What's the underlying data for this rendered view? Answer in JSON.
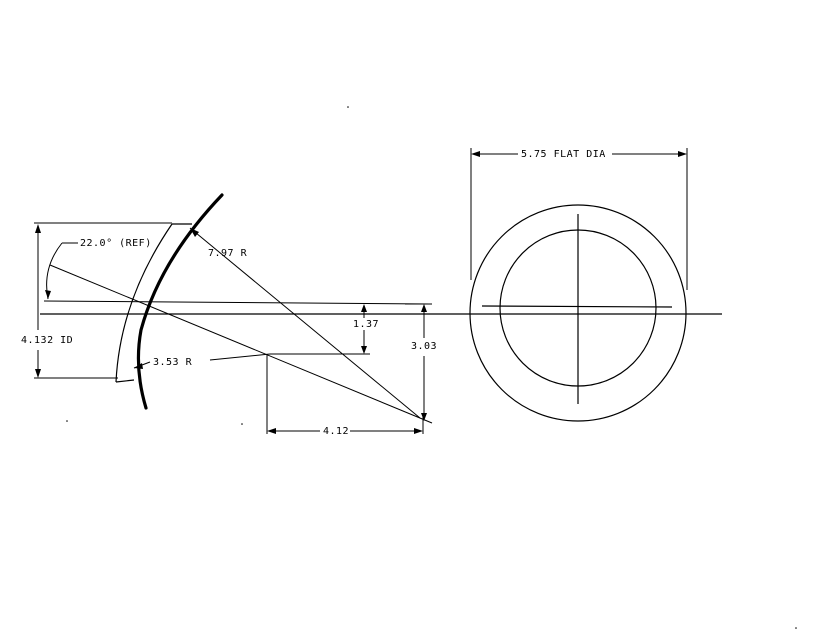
{
  "labels": {
    "angle": "22.0° (REF)",
    "outer_radius": "7.97 R",
    "inner_radius": "3.53 R",
    "offset_small": "1.37",
    "offset_large": "3.03",
    "inner_diameter": "4.132 ID",
    "horizontal_offset": "4.12",
    "flat_diameter": "5.75 FLAT DIA"
  }
}
